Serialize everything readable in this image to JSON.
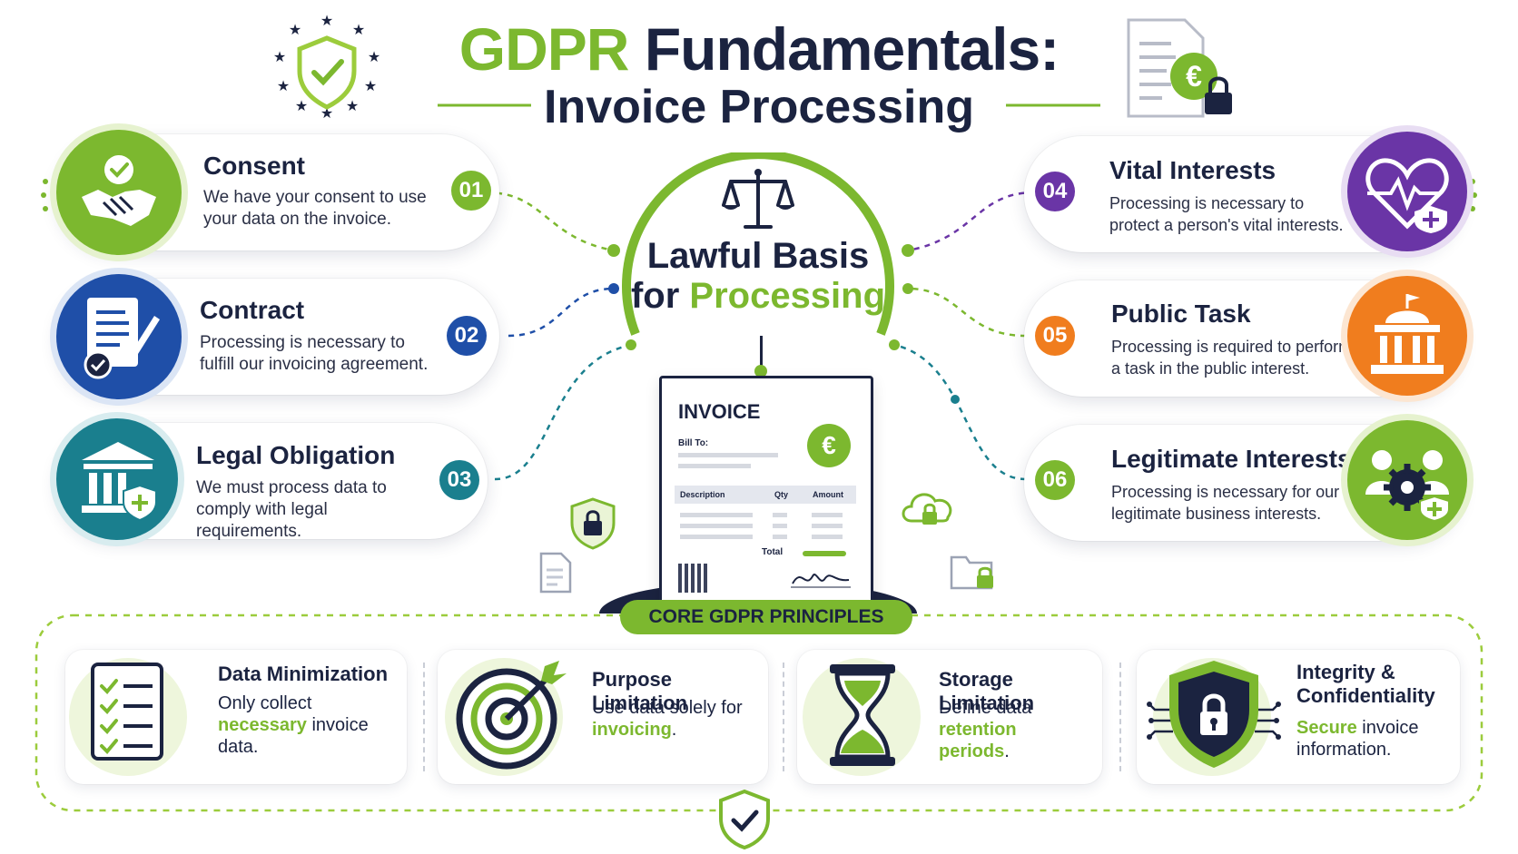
{
  "title": {
    "part1": "GDPR",
    "part2": "Fundamentals:",
    "subtitle": "Invoice Processing"
  },
  "center": {
    "line1": "Lawful Basis",
    "line2_prefix": "for",
    "line2_highlight": "Processing"
  },
  "invoice": {
    "heading": "INVOICE",
    "bill_to": "Bill To:",
    "col_description": "Description",
    "col_qty": "Qty",
    "col_amount": "Amount",
    "total": "Total",
    "currency_symbol": "€"
  },
  "bases": [
    {
      "num": "01",
      "title": "Consent",
      "desc": "We have your consent to use your data on the invoice.",
      "color": "#7cb82f",
      "icon": "handshake-icon"
    },
    {
      "num": "02",
      "title": "Contract",
      "desc": "Processing is necessary to fulfill our invoicing agreement.",
      "color": "#1f4fa8",
      "icon": "contract-icon"
    },
    {
      "num": "03",
      "title": "Legal Obligation",
      "desc": "We must process data to comply with legal requirements.",
      "color": "#1a7f8e",
      "icon": "courthouse-icon"
    },
    {
      "num": "04",
      "title": "Vital Interests",
      "desc": "Processing is necessary to protect a person's vital interests.",
      "color": "#6a35a6",
      "icon": "heart-pulse-icon"
    },
    {
      "num": "05",
      "title": "Public Task",
      "desc": "Processing is required to perform a task in the public interest.",
      "color": "#f07d1e",
      "icon": "government-building-icon"
    },
    {
      "num": "06",
      "title": "Legitimate Interests",
      "desc": "Processing is necessary for our legitimate business interests.",
      "color": "#7cb82f",
      "icon": "people-gear-icon"
    }
  ],
  "principles_label": "CORE GDPR PRINCIPLES",
  "principles": [
    {
      "title": "Data Minimization",
      "pre": "Only collect",
      "hl": "necessary",
      "post": "invoice data.",
      "icon": "checklist-icon"
    },
    {
      "title": "Purpose Limitation",
      "pre": "Use data solely for",
      "hl": "invoicing",
      "post": ".",
      "icon": "target-icon"
    },
    {
      "title": "Storage Limitation",
      "pre": "Define data",
      "hl": "retention periods",
      "post": ".",
      "icon": "hourglass-icon"
    },
    {
      "title": "Integrity & Confidentiality",
      "pre": "",
      "hl": "Secure",
      "post": "invoice information.",
      "icon": "shield-lock-icon"
    }
  ],
  "colors": {
    "green": "#7cb82f",
    "navy": "#1b2340",
    "purple": "#6a35a6",
    "orange": "#f07d1e",
    "teal": "#1a7f8e",
    "blue": "#1f4fa8"
  }
}
